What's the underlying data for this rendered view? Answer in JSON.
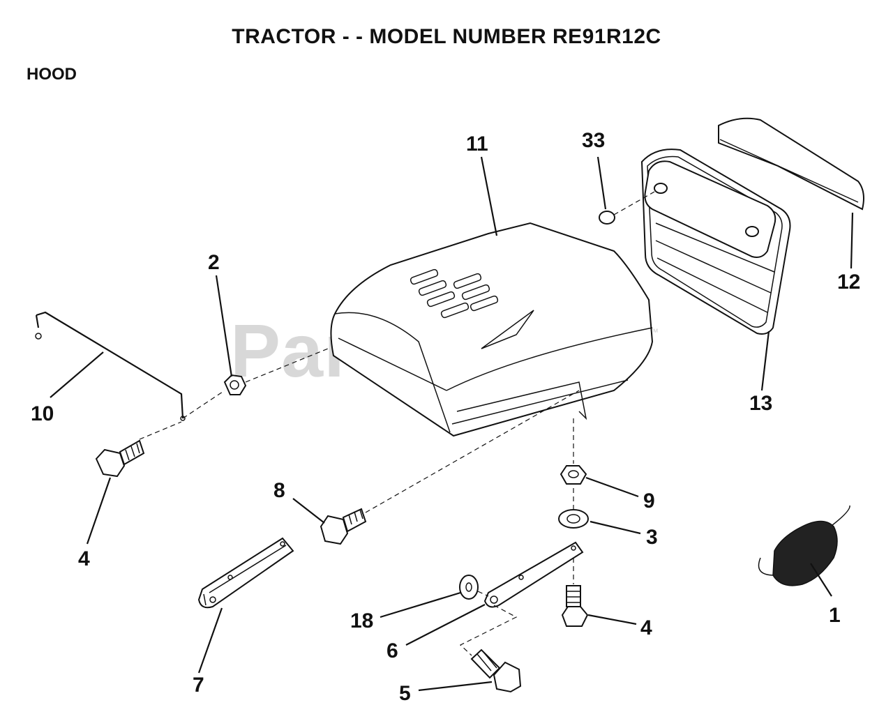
{
  "header": {
    "title": "TRACTOR - - MODEL NUMBER RE91R12C",
    "section": "HOOD"
  },
  "watermark": {
    "text": "PartsTree",
    "mark": "™"
  },
  "callouts": {
    "c11": "11",
    "c33": "33",
    "c12": "12",
    "c13": "13",
    "c2": "2",
    "c10": "10",
    "c4a": "4",
    "c8": "8",
    "c9": "9",
    "c3": "3",
    "c1": "1",
    "c18": "18",
    "c6": "6",
    "c4b": "4",
    "c7": "7",
    "c5": "5"
  }
}
